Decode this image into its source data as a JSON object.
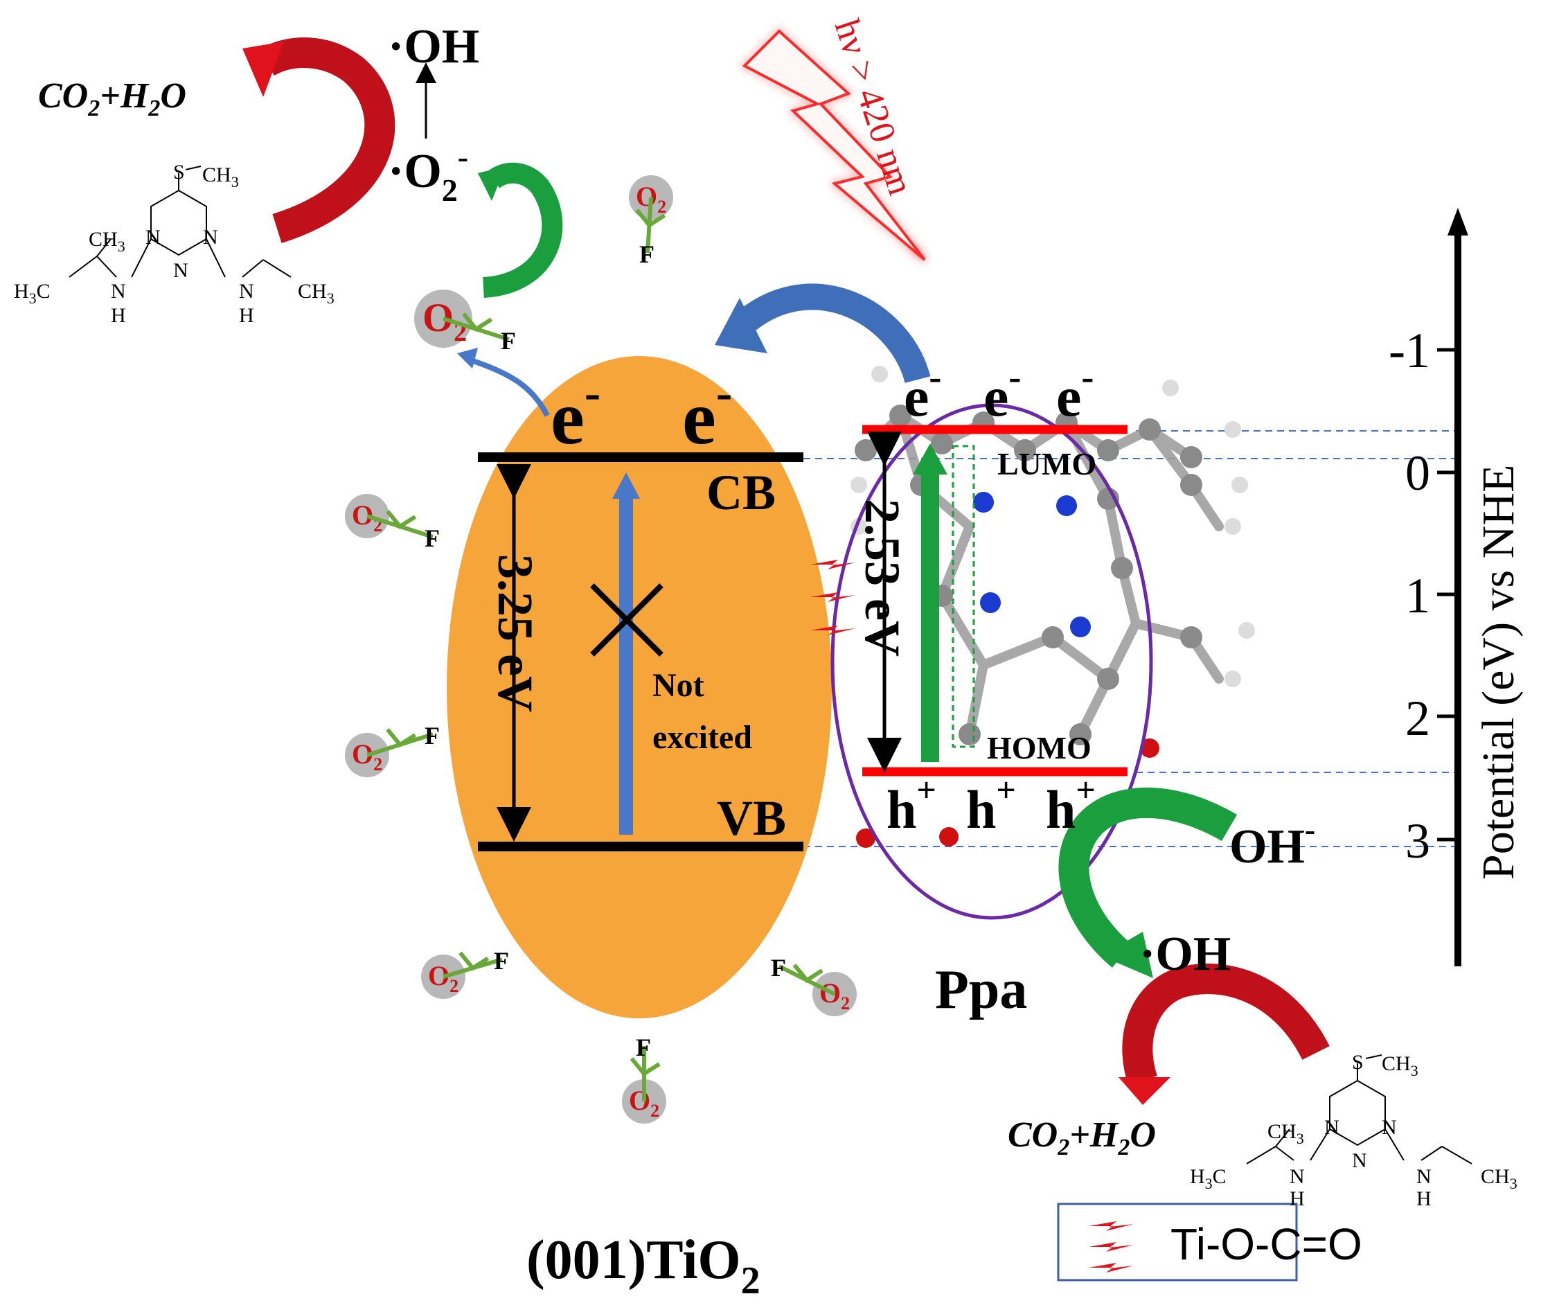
{
  "colors": {
    "tio2_fill": "#f5a53a",
    "band_line": "#000000",
    "ppa_level": "#ff0000",
    "ppa_outline": "#6a2aa8",
    "dashed": "#4a6fd8",
    "green_arrow": "#1a9e3e",
    "blue_arrow": "#4a78c8",
    "red_arrow": "#e0121b",
    "fluorine": "#6aa83a",
    "o2_bubble": "#b8b8b8",
    "o2_text": "#c81414"
  },
  "radicals": {
    "oh_top": "·OH",
    "o2_top_main": "·O",
    "o2_top_sub": "2",
    "o2_top_sup": "-",
    "oh_bottom": "·OH",
    "oh_minus": "OH",
    "oh_minus_sup": "-"
  },
  "products": {
    "top": {
      "a": "CO",
      "a_sub": "2",
      "b": "+H",
      "b_sub": "2",
      "c": "O"
    },
    "bottom": {
      "a": "CO",
      "a_sub": "2",
      "b": "+H",
      "b_sub": "2",
      "c": "O"
    }
  },
  "atrazine_labels": {
    "s_ch3": "S",
    "ch3": "CH",
    "three": "3",
    "h3c": "H",
    "h3c_c": "C",
    "n": "N",
    "h": "H"
  },
  "light": {
    "label": "hν > 420 nm"
  },
  "tio2": {
    "name_main": "(001)TiO",
    "name_sub": "2",
    "cb": "CB",
    "vb": "VB",
    "gap": "3.25 eV",
    "electron": "e",
    "electron_sup": "-",
    "not_excited_1": "Not",
    "not_excited_2": "excited"
  },
  "adsorbed": {
    "o2": "O",
    "o2_sub": "2",
    "f": "F"
  },
  "ppa": {
    "name": "Ppa",
    "lumo": "LUMO",
    "homo": "HOMO",
    "gap": "2.53 eV",
    "electron": "e",
    "electron_sup": "-",
    "hole": "h",
    "hole_sup": "+"
  },
  "axis": {
    "label": "Potential (eV) vs NHE",
    "ticks": [
      "-1",
      "0",
      "1",
      "2",
      "3"
    ],
    "tick_values": [
      -1,
      0,
      1,
      2,
      3
    ]
  },
  "legend": {
    "label": "Ti-O-C=O"
  }
}
